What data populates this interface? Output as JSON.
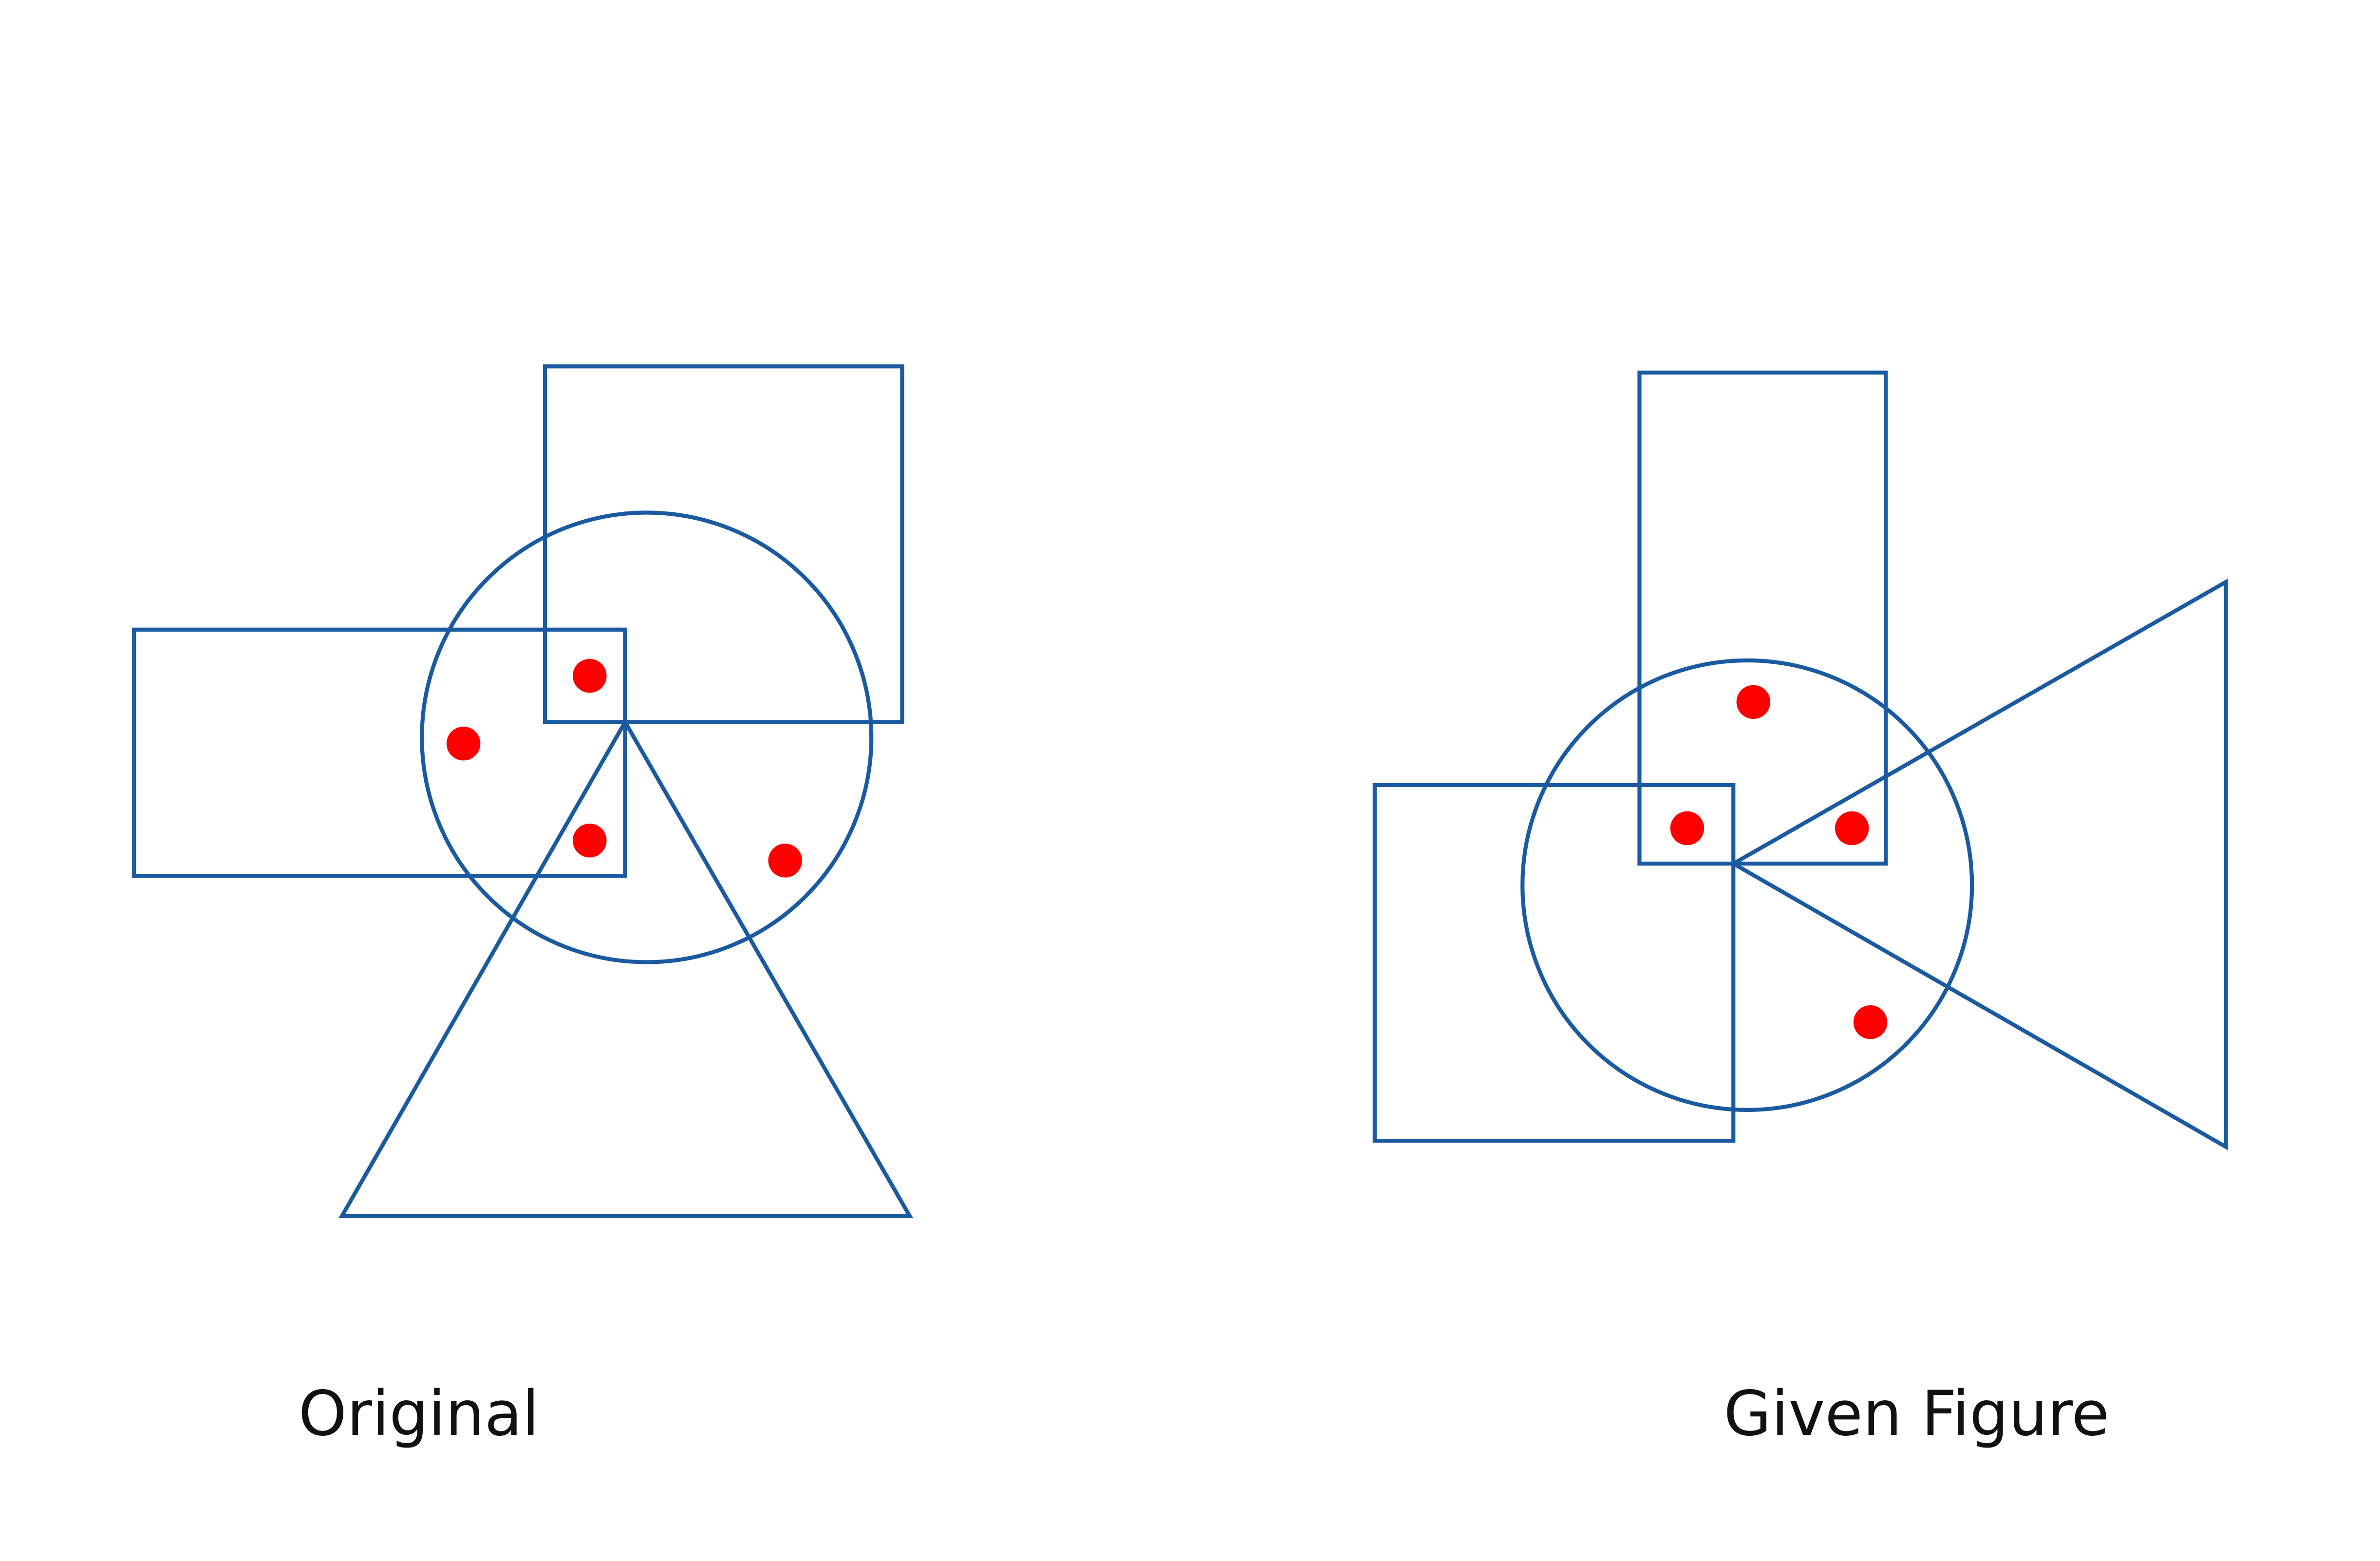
{
  "colors": {
    "outline": "#1a5aa0",
    "dot": "#ff0000",
    "text": "#111111"
  },
  "figures": [
    {
      "label": "Original",
      "shapes": [
        "rectangle-top",
        "circle",
        "rectangle-left",
        "triangle-down"
      ],
      "dot_count": 4
    },
    {
      "label": "Given Figure",
      "shapes": [
        "rectangle-top",
        "circle",
        "square-left",
        "triangle-right"
      ],
      "dot_count": 4
    }
  ]
}
